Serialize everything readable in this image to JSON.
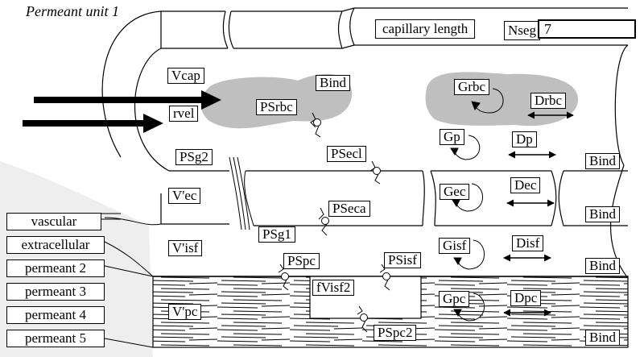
{
  "title": "Permeant unit 1",
  "capillary_length_label": "capillary length",
  "nseg": {
    "label": "Nseg",
    "value": "7"
  },
  "compartments": {
    "vcap": "Vcap",
    "vec": "V'ec",
    "visf": "V'isf",
    "vpc": "V'pc",
    "rvel": "rvel"
  },
  "permeabilities": {
    "psrbc": "PSrbc",
    "psg2": "PSg2",
    "psecl": "PSecl",
    "pseca": "PSeca",
    "psg1": "PSg1",
    "pspc": "PSpc",
    "psisf": "PSisf",
    "fvisf2": "fVisf2",
    "pspc2": "PSpc2"
  },
  "binding": {
    "bind_rbc": "Bind",
    "bind_cap": "Bind",
    "bind_ec": "Bind",
    "bind_isf": "Bind",
    "bind_pc": "Bind"
  },
  "consumption": {
    "grbc": "Grbc",
    "gp": "Gp",
    "gec": "Gec",
    "gisf": "Gisf",
    "gpc": "Gpc"
  },
  "diffusion": {
    "drbc": "Drbc",
    "dp": "Dp",
    "dec": "Dec",
    "disf": "Disf",
    "dpc": "Dpc"
  },
  "region_selector": [
    "vascular",
    "extracellular",
    "permeant 2",
    "permeant 3",
    "permeant 4",
    "permeant 5"
  ]
}
